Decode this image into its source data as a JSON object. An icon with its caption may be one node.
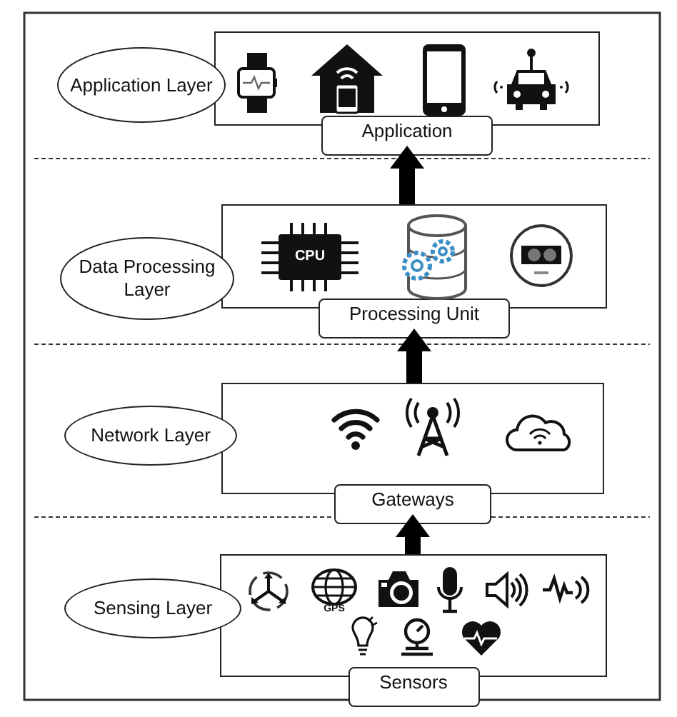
{
  "diagram": {
    "nodes": [
      {
        "text": [
          "Application Layer"
        ]
      },
      {
        "text": [
          "Application"
        ]
      },
      {
        "text": [
          "Data Processing Layer"
        ]
      },
      {
        "text": [
          "Processing Unit"
        ]
      },
      {
        "text": [
          "Network Layer"
        ]
      },
      {
        "text": [
          "Gateways"
        ]
      },
      {
        "text": [
          "Sensing Layer"
        ]
      },
      {
        "text": [
          "Sensors"
        ]
      }
    ],
    "edges": [
      {
        "from": 7,
        "to": 5,
        "arrow": "to"
      },
      {
        "from": 5,
        "to": 3,
        "arrow": "to"
      },
      {
        "from": 3,
        "to": 1,
        "arrow": "to"
      }
    ],
    "labels": [
      "CPU",
      "GPS"
    ]
  }
}
